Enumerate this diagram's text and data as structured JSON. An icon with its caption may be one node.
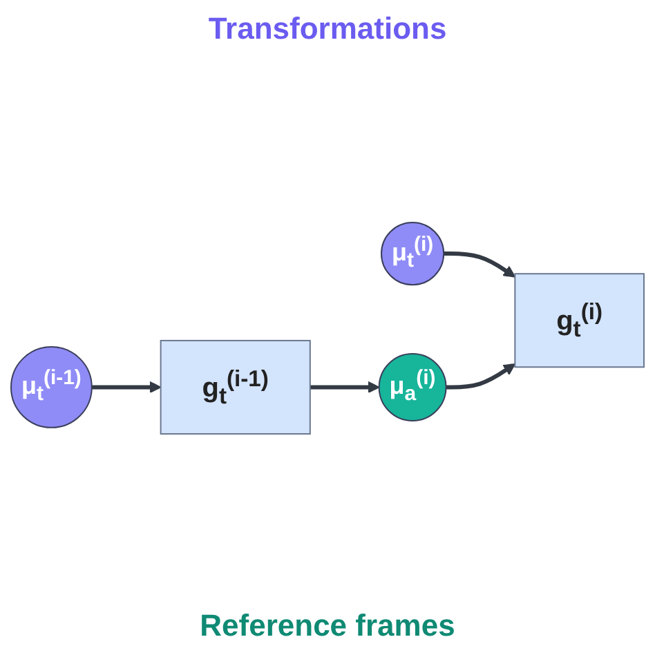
{
  "diagram": {
    "nodes": [
      {
        "text": [
          "μ$_{t}$$^{(i-1)}$"
        ]
      },
      {
        "text": [
          "μ$_{t}$$^{(i)}$"
        ]
      },
      {
        "text": [
          "g$_{t}$$^{(i-1)}$"
        ]
      },
      {
        "text": [
          "μ$_{a}$$^{(i)}$"
        ]
      },
      {
        "text": [
          "g$_{t}$$^{(i)}$"
        ]
      }
    ],
    "edges": [
      {
        "from": 0,
        "to": 2,
        "arrow": "to"
      },
      {
        "from": 1,
        "to": 4,
        "arrow": "to"
      },
      {
        "from": 2,
        "to": 3,
        "arrow": "to"
      },
      {
        "from": 3,
        "to": 4,
        "arrow": "to"
      }
    ],
    "labels": [
      "Transformations",
      "Reference frames"
    ]
  }
}
